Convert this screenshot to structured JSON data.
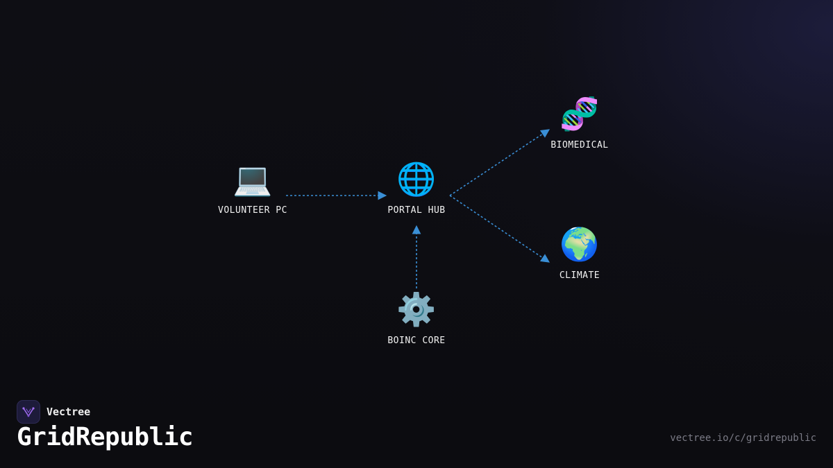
{
  "nodes": {
    "volunteer_pc": {
      "label": "VOLUNTEER PC",
      "icon": "laptop-icon",
      "glyph": "💻"
    },
    "portal_hub": {
      "label": "PORTAL HUB",
      "icon": "globe-network-icon",
      "glyph": "🌐"
    },
    "boinc_core": {
      "label": "BOINC CORE",
      "icon": "gear-icon",
      "glyph": "⚙️"
    },
    "biomedical": {
      "label": "BIOMEDICAL",
      "icon": "dna-icon",
      "glyph": "🧬"
    },
    "climate": {
      "label": "CLIMATE",
      "icon": "earth-globe-icon",
      "glyph": "🌍"
    }
  },
  "edges": [
    {
      "from": "volunteer_pc",
      "to": "portal_hub"
    },
    {
      "from": "boinc_core",
      "to": "portal_hub"
    },
    {
      "from": "portal_hub",
      "to": "biomedical"
    },
    {
      "from": "portal_hub",
      "to": "climate"
    }
  ],
  "brand": {
    "name": "Vectree",
    "icon": "vectree-logo-icon"
  },
  "title": "GridRepublic",
  "url": "vectree.io/c/gridrepublic",
  "colors": {
    "edge": "#3a8fd6",
    "background": "#0d0d12",
    "text": "#f2f2f2",
    "url": "#7a7a85",
    "logo_accent": "#a06cf0"
  }
}
